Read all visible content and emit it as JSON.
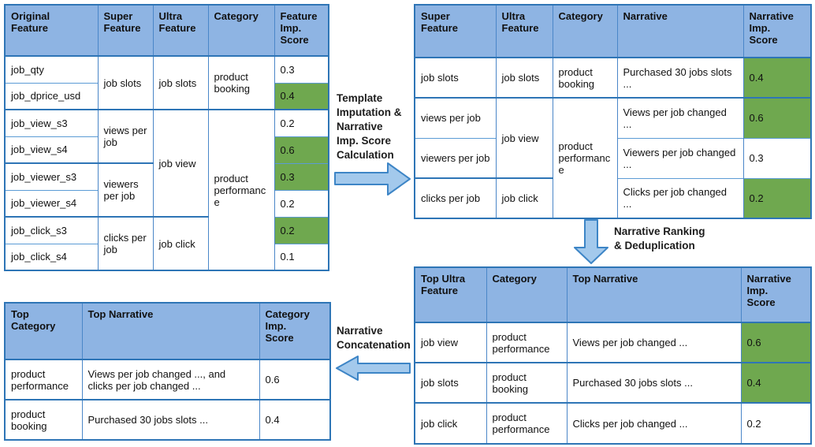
{
  "colors": {
    "header_bg": "#8EB4E3",
    "highlight_green": "#6FA84F",
    "border_thick": "#2E75B6",
    "border_thin": "#5B9BD5",
    "border_vertical": "#4A86C8",
    "arrow_fill": "#A3C9EC",
    "arrow_stroke": "#3D85C6"
  },
  "t1": {
    "headers": [
      "Original\nFeature",
      "Super\nFeature",
      "Ultra\nFeature",
      "Category",
      "Feature\nImp.\nScore"
    ],
    "orig": [
      "job_qty",
      "job_dprice_usd",
      "job_view_s3",
      "job_view_s4",
      "job_viewer_s3",
      "job_viewer_s4",
      "job_click_s3",
      "job_click_s4"
    ],
    "super": [
      "job slots",
      "views per job",
      "viewers per job",
      "clicks per job"
    ],
    "ultra": [
      "job slots",
      "job view",
      "job click"
    ],
    "cat": [
      "product booking",
      "product performance"
    ],
    "score": [
      "0.3",
      "0.4",
      "0.2",
      "0.6",
      "0.3",
      "0.2",
      "0.2",
      "0.1"
    ],
    "green": [
      false,
      true,
      false,
      true,
      true,
      false,
      true,
      false
    ]
  },
  "t2": {
    "headers": [
      "Super\nFeature",
      "Ultra\nFeature",
      "Category",
      "Narrative",
      "Narrative\nImp.\nScore"
    ],
    "super": [
      "job slots",
      "views per job",
      "viewers per job",
      "clicks per job"
    ],
    "ultra": [
      "job slots",
      "job view",
      "job click"
    ],
    "cat": [
      "product booking",
      "product performance"
    ],
    "narr": [
      "Purchased 30 jobs slots ...",
      "Views per job changed ...",
      "Viewers per job changed ...",
      "Clicks per job changed ..."
    ],
    "score": [
      "0.4",
      "0.6",
      "0.3",
      "0.2"
    ],
    "green": [
      true,
      true,
      false,
      true
    ]
  },
  "t3": {
    "headers": [
      "Top Ultra\nFeature",
      "Category",
      "Top Narrative",
      "Narrative\nImp.\nScore"
    ],
    "rows": [
      {
        "ultra": "job view",
        "cat": "product performance",
        "narr": "Views per job changed ...",
        "score": "0.6",
        "green": true
      },
      {
        "ultra": "job slots",
        "cat": "product booking",
        "narr": "Purchased 30 jobs slots ...",
        "score": "0.4",
        "green": true
      },
      {
        "ultra": "job click",
        "cat": "product performance",
        "narr": "Clicks per job changed ...",
        "score": "0.2",
        "green": false
      }
    ]
  },
  "t4": {
    "headers": [
      "Top\nCategory",
      "Top Narrative",
      "Category\nImp.\nScore"
    ],
    "rows": [
      {
        "cat": "product performance",
        "narr": "Views per job changed ..., and clicks per job changed ...",
        "score": "0.6"
      },
      {
        "cat": "product booking",
        "narr": "Purchased 30 jobs slots ...",
        "score": "0.4"
      }
    ]
  },
  "arrows": {
    "step1_label": "Template\nImputation &\nNarrative\nImp. Score\nCalculation",
    "step2_label": "Narrative Ranking\n& Deduplication",
    "step3_label": "Narrative\nConcatenation"
  }
}
